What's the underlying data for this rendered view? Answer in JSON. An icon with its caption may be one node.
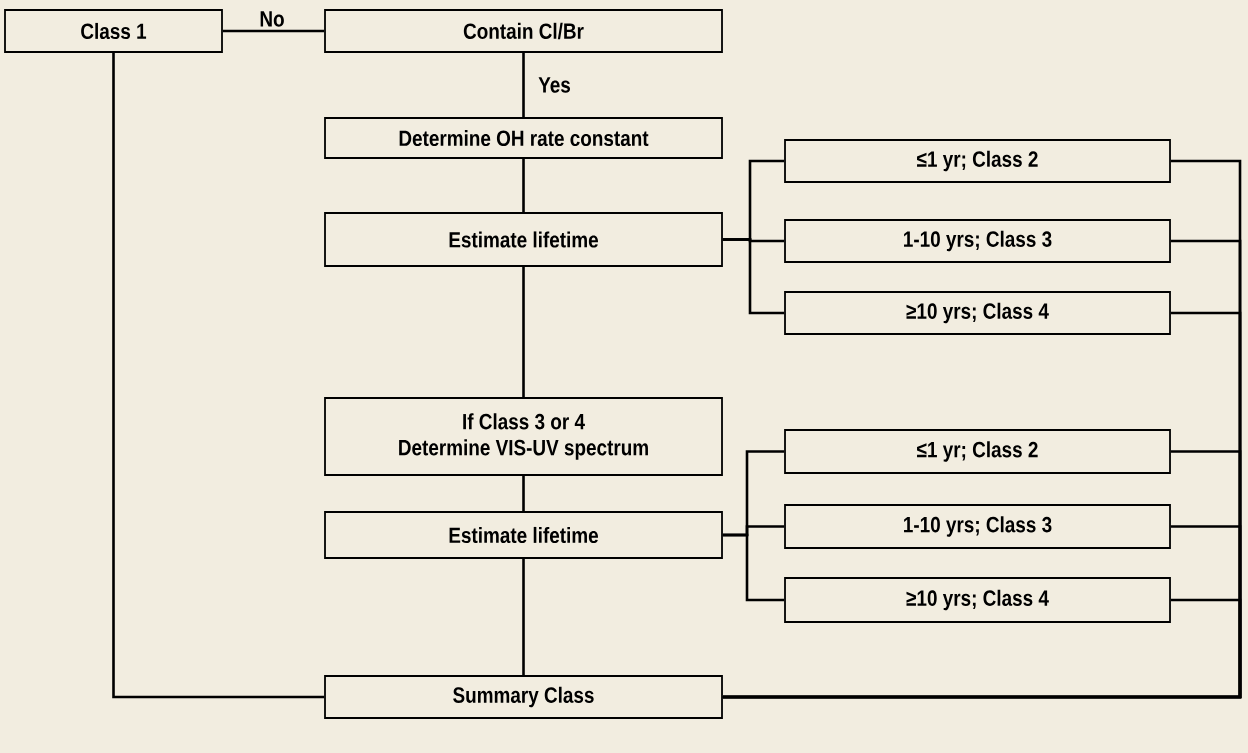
{
  "diagram": {
    "nodes": [
      {
        "text": [
          "Class 1"
        ]
      },
      {
        "text": [
          "Contain Cl/Br"
        ]
      },
      {
        "text": [
          "Determine OH rate constant"
        ]
      },
      {
        "text": [
          "Estimate lifetime"
        ]
      },
      {
        "text": [
          "≤1 yr; Class 2"
        ]
      },
      {
        "text": [
          "1-10 yrs; Class 3"
        ]
      },
      {
        "text": [
          "≥10 yrs; Class 4"
        ]
      },
      {
        "text": [
          "If Class 3 or 4",
          "Determine VIS-UV spectrum"
        ]
      },
      {
        "text": [
          "Estimate lifetime"
        ]
      },
      {
        "text": [
          "≤1 yr; Class 2"
        ]
      },
      {
        "text": [
          "1-10 yrs; Class 3"
        ]
      },
      {
        "text": [
          "≥10 yrs; Class 4"
        ]
      },
      {
        "text": [
          "Summary Class"
        ]
      }
    ],
    "edges": [
      {
        "from": 1,
        "to": 0,
        "arrow": "none",
        "label": "No"
      },
      {
        "from": 1,
        "to": 2,
        "arrow": "none",
        "label": "Yes"
      },
      {
        "from": 2,
        "to": 3,
        "arrow": "none"
      },
      {
        "from": 3,
        "to": 4,
        "arrow": "none"
      },
      {
        "from": 3,
        "to": 5,
        "arrow": "none"
      },
      {
        "from": 3,
        "to": 6,
        "arrow": "none"
      },
      {
        "from": 3,
        "to": 7,
        "arrow": "none"
      },
      {
        "from": 7,
        "to": 8,
        "arrow": "none"
      },
      {
        "from": 8,
        "to": 9,
        "arrow": "none"
      },
      {
        "from": 8,
        "to": 10,
        "arrow": "none"
      },
      {
        "from": 8,
        "to": 11,
        "arrow": "none"
      },
      {
        "from": 8,
        "to": 12,
        "arrow": "none"
      },
      {
        "from": 4,
        "to": 12,
        "arrow": "none"
      },
      {
        "from": 5,
        "to": 12,
        "arrow": "none"
      },
      {
        "from": 6,
        "to": 12,
        "arrow": "none"
      },
      {
        "from": 9,
        "to": 12,
        "arrow": "none"
      },
      {
        "from": 10,
        "to": 12,
        "arrow": "none"
      },
      {
        "from": 11,
        "to": 12,
        "arrow": "none"
      },
      {
        "from": 0,
        "to": 12,
        "arrow": "none"
      }
    ]
  }
}
